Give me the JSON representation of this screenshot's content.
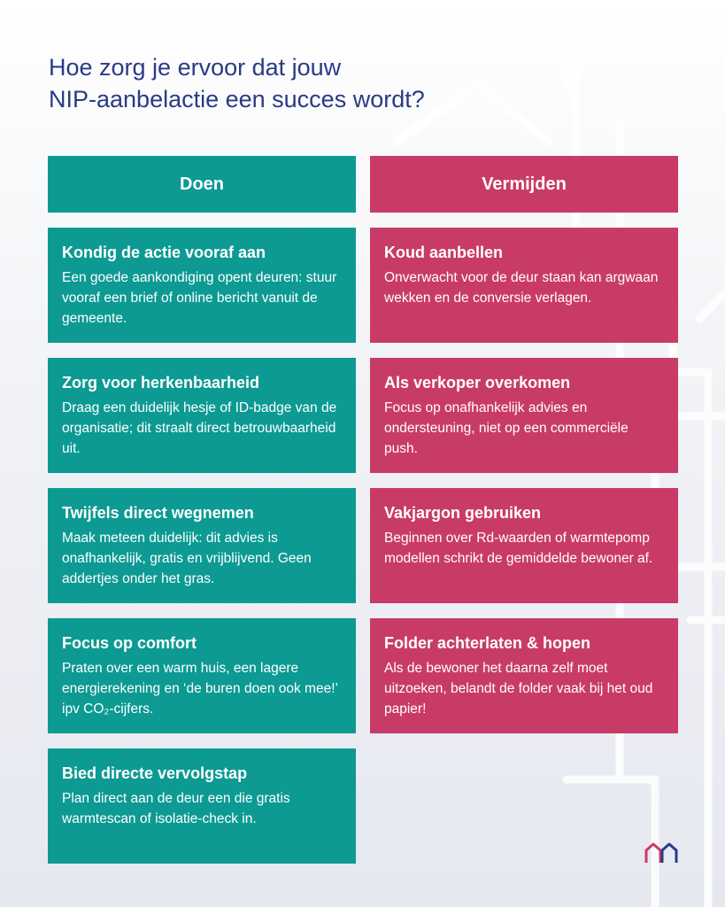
{
  "title": {
    "line1": "Hoe zorg je ervoor dat jouw",
    "line2": "NIP-aanbelactie een succes wordt?"
  },
  "columns": {
    "do": "Doen",
    "avoid": "Vermijden"
  },
  "do_items": [
    {
      "title": "Kondig de actie vooraf aan",
      "body": "Een goede aankondiging opent deuren: stuur vooraf een brief of online bericht vanuit de gemeente."
    },
    {
      "title": "Zorg voor herkenbaarheid",
      "body": "Draag een duidelijk hesje of ID-badge van de organisatie; dit straalt direct betrouwbaarheid uit."
    },
    {
      "title": "Twijfels direct wegnemen",
      "body": "Maak meteen duidelijk: dit advies is onafhankelijk, gratis en vrijblijvend. Geen addertjes onder het gras."
    },
    {
      "title": "Focus op comfort",
      "body": "Praten over een warm huis, een lagere energierekening en ‘de buren doen ook mee!’ ipv CO₂-cijfers."
    },
    {
      "title": "Bied directe vervolgstap",
      "body": "Plan direct aan de deur een die gratis warmtescan of isolatie-check in."
    }
  ],
  "avoid_items": [
    {
      "title": "Koud aanbellen",
      "body": "Onverwacht voor de deur staan kan argwaan wekken en de conversie verlagen."
    },
    {
      "title": "Als verkoper overkomen",
      "body": "Focus op onafhankelijk advies en ondersteuning, niet op een commerciële push."
    },
    {
      "title": "Vakjargon gebruiken",
      "body": "Beginnen over Rd-waarden of warmtepomp modellen schrikt de gemiddelde bewoner af."
    },
    {
      "title": "Folder achterlaten & hopen",
      "body": "Als de bewoner het daarna zelf moet uitzoeken, belandt de folder vaak bij het oud papier!"
    }
  ],
  "colors": {
    "teal": "#0c9a93",
    "pink": "#c93b67",
    "title": "#2a3a86"
  },
  "logo_icon": "houses-logo-icon"
}
